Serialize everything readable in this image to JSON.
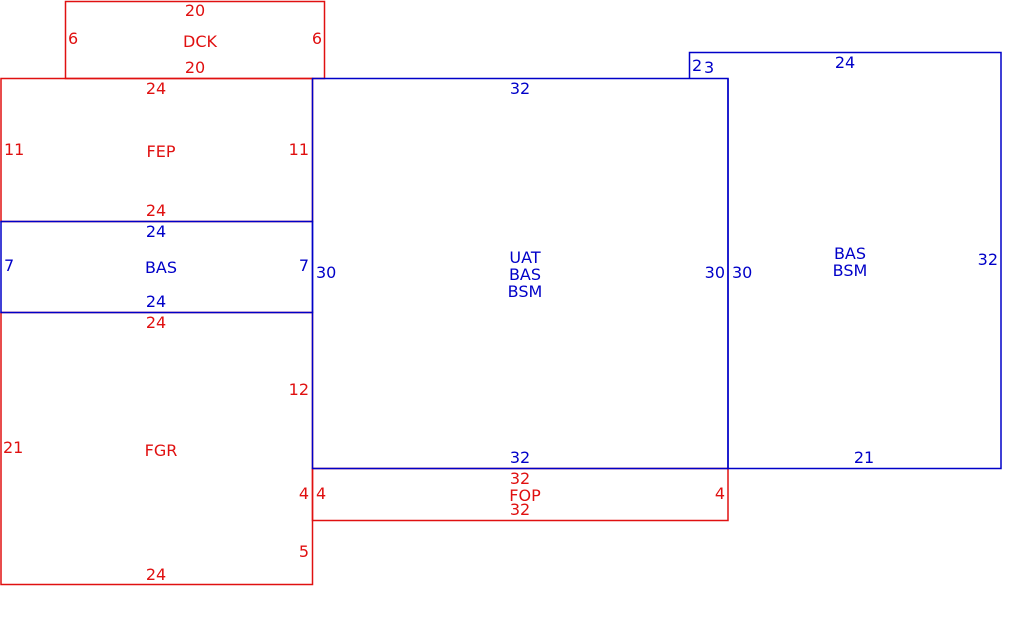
{
  "colors": {
    "red": "#e01010",
    "blue": "#0000c8",
    "background": "#ffffff"
  },
  "regions": [
    {
      "id": "dck",
      "color": "red",
      "lines": [
        "DCK"
      ],
      "edges": {
        "top": "20",
        "bottom": "20",
        "left": "6",
        "right": "6"
      }
    },
    {
      "id": "fep",
      "color": "red",
      "lines": [
        "FEP"
      ],
      "edges": {
        "top": "24",
        "bottom": "24",
        "left": "11",
        "right": "11"
      }
    },
    {
      "id": "bas-left",
      "color": "blue",
      "lines": [
        "BAS"
      ],
      "edges": {
        "top": "24",
        "bottom": "24",
        "left": "7",
        "right": "7"
      }
    },
    {
      "id": "fgr",
      "color": "red",
      "lines": [
        "FGR"
      ],
      "edges": {
        "top": "24",
        "bottom": "24",
        "left": "21",
        "right_upper": "12",
        "right_middle": "4",
        "right_lower": "5"
      }
    },
    {
      "id": "uat-bas-bsm",
      "color": "blue",
      "lines": [
        "UAT",
        "BAS",
        "BSM"
      ],
      "edges": {
        "top": "32",
        "bottom": "32",
        "left": "30",
        "right": "30"
      }
    },
    {
      "id": "fop",
      "color": "red",
      "lines": [
        "FOP"
      ],
      "edges": {
        "top": "32",
        "bottom": "32",
        "left": "4",
        "right": "4"
      }
    },
    {
      "id": "bas-bsm-right",
      "color": "blue",
      "lines": [
        "BAS",
        "BSM"
      ],
      "edges": {
        "top": "24",
        "bottom": "21",
        "left_short": "2",
        "left_top": "3",
        "left": "30",
        "right": "32"
      }
    }
  ]
}
